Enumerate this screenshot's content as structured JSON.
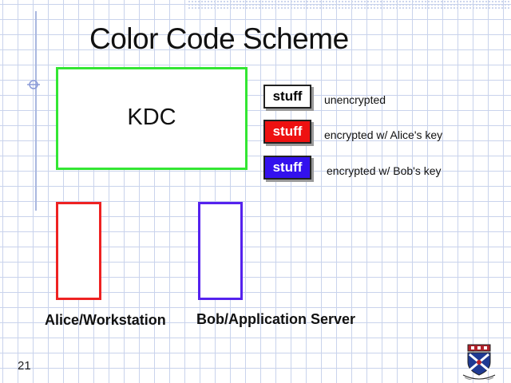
{
  "slide": {
    "title": "Color Code Scheme",
    "slide_number": "21"
  },
  "kdc": {
    "label": "KDC",
    "color": "#33e633"
  },
  "legend": [
    {
      "chip": "stuff",
      "text": "unencrypted",
      "color": "#ffffff"
    },
    {
      "chip": "stuff",
      "text": "encrypted w/ Alice's key",
      "color": "#ee1111"
    },
    {
      "chip": "stuff",
      "text": "encrypted w/ Bob's key",
      "color": "#3311ee"
    }
  ],
  "nodes": {
    "alice": {
      "label": "Alice/Workstation",
      "color": "#ee2222"
    },
    "bob": {
      "label": "Bob/Application Server",
      "color": "#5522ee"
    }
  },
  "decor": {
    "logo": "penn-shield-icon",
    "margin_mark": "crosshair-icon"
  }
}
